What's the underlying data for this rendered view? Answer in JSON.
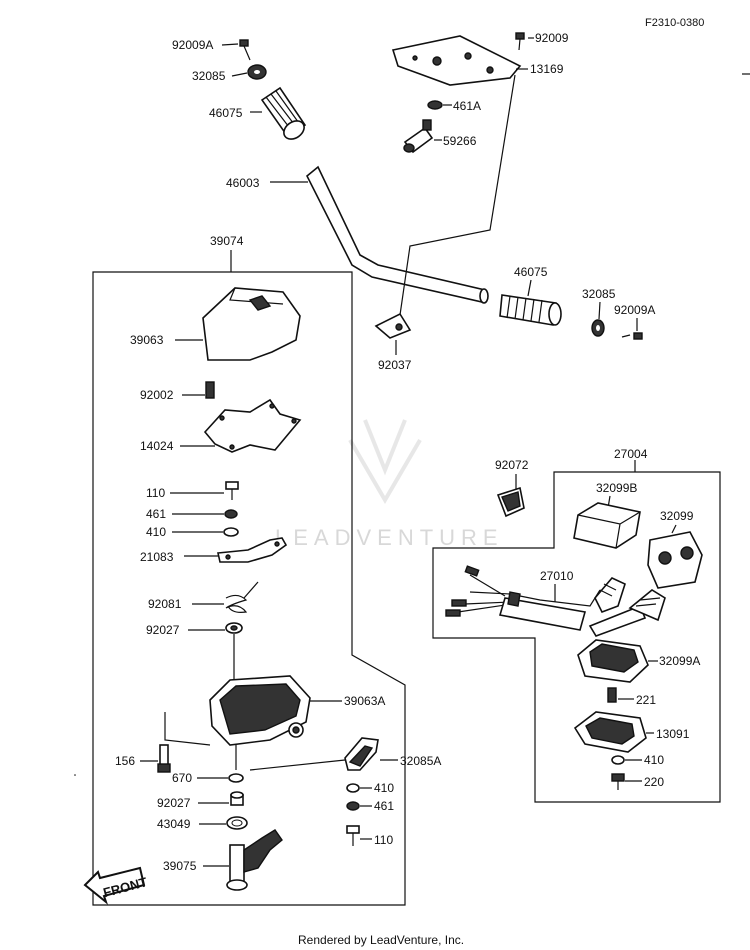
{
  "diagram_code": "F2310-0380",
  "footer": "Rendered by LeadVenture, Inc.",
  "watermark": "LEADVENTURE",
  "front_arrow": "FRONT",
  "labels": {
    "p92009A_top": "92009A",
    "p32085_top": "32085",
    "p46075_top": "46075",
    "p92009": "92009",
    "p13169": "13169",
    "p461A": "461A",
    "p59266": "59266",
    "p46003": "46003",
    "p39074": "39074",
    "p46075_right": "46075",
    "p32085_right": "32085",
    "p92009A_right": "92009A",
    "p39063": "39063",
    "p92037": "92037",
    "p92002": "92002",
    "p14024": "14024",
    "p110_a": "110",
    "p461_a": "461",
    "p410_a": "410",
    "p21083": "21083",
    "p92081": "92081",
    "p92027_a": "92027",
    "p39063A": "39063A",
    "p156": "156",
    "p670": "670",
    "p32085A": "32085A",
    "p410_b": "410",
    "p461_b": "461",
    "p92027_b": "92027",
    "p43049": "43049",
    "p110_b": "110",
    "p39075": "39075",
    "p92072": "92072",
    "p27004": "27004",
    "p32099B": "32099B",
    "p32099": "32099",
    "p27010": "27010",
    "p32099A": "32099A",
    "p221": "221",
    "p13091": "13091",
    "p410_c": "410",
    "p220": "220"
  }
}
